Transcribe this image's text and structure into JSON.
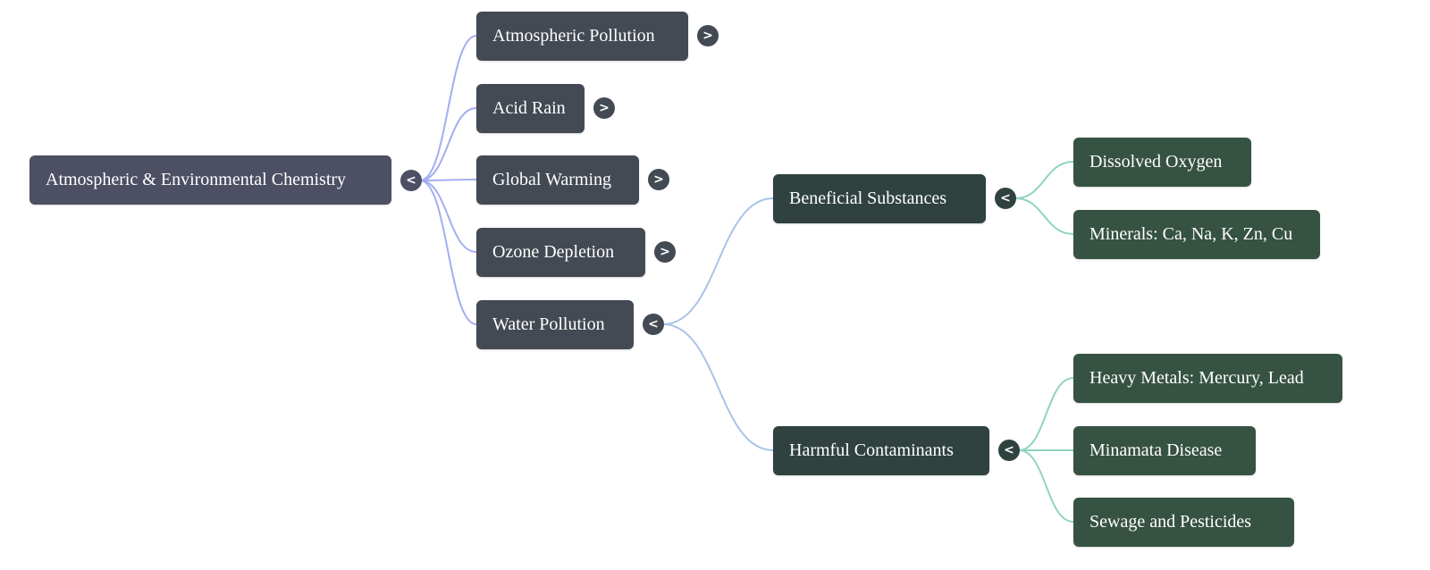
{
  "colors": {
    "root_edge": "#a3aef0",
    "water_edge": "#a9c3e6",
    "leaf_edge": "#8fd4c0"
  },
  "root": {
    "label": "Atmospheric & Environmental Chemistry",
    "toggle": "<"
  },
  "topics": [
    {
      "label": "Atmospheric Pollution",
      "toggle": ">"
    },
    {
      "label": "Acid Rain",
      "toggle": ">"
    },
    {
      "label": "Global Warming",
      "toggle": ">"
    },
    {
      "label": "Ozone Depletion",
      "toggle": ">"
    },
    {
      "label": "Water Pollution",
      "toggle": "<"
    }
  ],
  "water": [
    {
      "label": "Beneficial Substances",
      "toggle": "<",
      "children": [
        "Dissolved Oxygen",
        "Minerals: Ca, Na, K, Zn, Cu"
      ]
    },
    {
      "label": "Harmful Contaminants",
      "toggle": "<",
      "children": [
        "Heavy Metals: Mercury, Lead",
        "Minamata Disease",
        "Sewage and Pesticides"
      ]
    }
  ]
}
